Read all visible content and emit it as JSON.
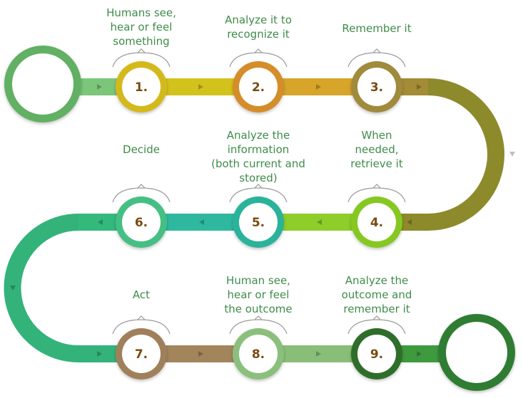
{
  "colors": {
    "row1_track": [
      "#7cc67a",
      "#d4c21c",
      "#d7a52a",
      "#a48b36"
    ],
    "curve_right": "#8d8a2b",
    "row2_track": [
      "#8fcd2a",
      "#2fb8a0",
      "#33b97c"
    ],
    "curve_left": "#33b37a",
    "row3_track": [
      "#a3855c",
      "#89be78",
      "#3f9a3e"
    ],
    "label_text": "#3f8c4a",
    "number_text": "#7a4a10"
  },
  "steps": [
    {
      "number": "1.",
      "label": "Humans see,\nhear or feel\nsomething",
      "ring": "#d4b91b"
    },
    {
      "number": "2.",
      "label": "Analyze it to\nrecognize it",
      "ring": "#d48d2a"
    },
    {
      "number": "3.",
      "label": "Remember it",
      "ring": "#a08a3a"
    },
    {
      "number": "4.",
      "label": "When\nneeded,\nretrieve it",
      "ring": "#86c822"
    },
    {
      "number": "5.",
      "label": "Analyze the\ninformation\n(both current and\nstored)",
      "ring": "#2bb39a"
    },
    {
      "number": "6.",
      "label": "Decide",
      "ring": "#44bf83"
    },
    {
      "number": "7.",
      "label": "Act",
      "ring": "#a0805a"
    },
    {
      "number": "8.",
      "label": "Human see,\nhear or feel\nthe outcome",
      "ring": "#8bbf7c"
    },
    {
      "number": "9.",
      "label": "Analyze the\noutcome and\nremember it",
      "ring": "#2f6e2a"
    }
  ],
  "start_circle": "#62b064",
  "end_circle": "#2e7d32"
}
